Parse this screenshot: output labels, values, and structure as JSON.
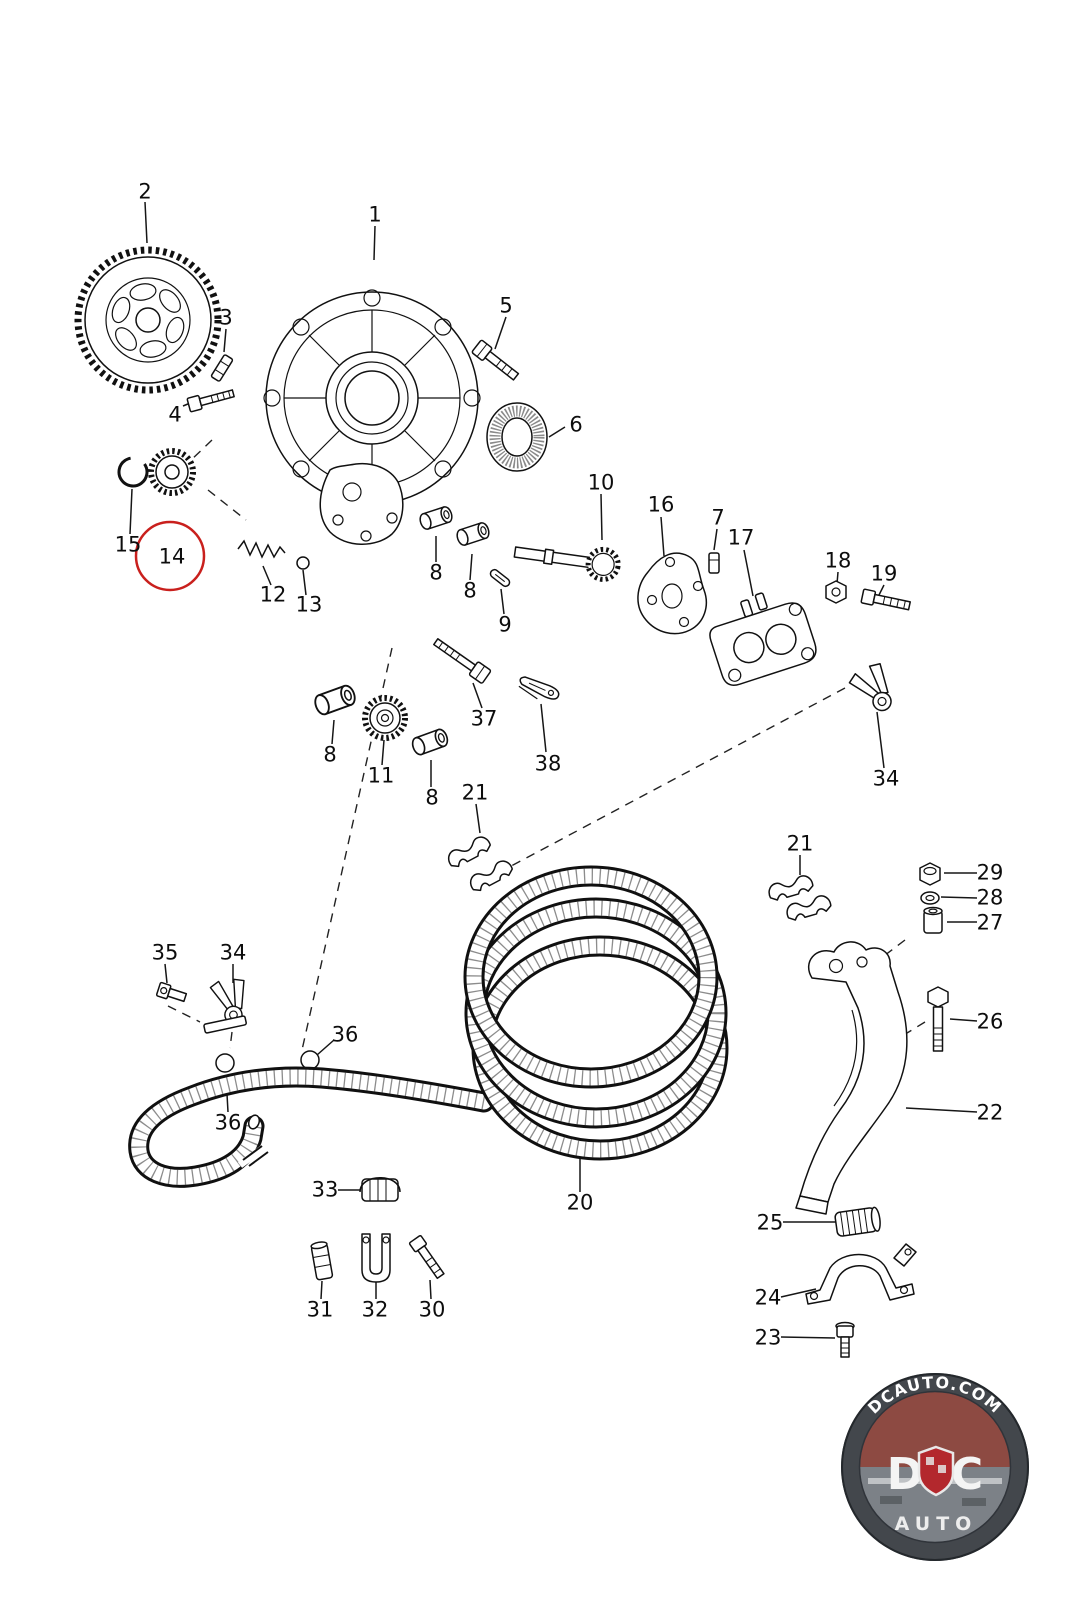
{
  "diagram": {
    "title": "exploded-parts-diagram",
    "highlighted_part": "14",
    "highlight_color": "#c9201d",
    "labels": [
      "2",
      "1",
      "3",
      "5",
      "4",
      "6",
      "10",
      "16",
      "7",
      "17",
      "15",
      "14",
      "18",
      "19",
      "12",
      "13",
      "8",
      "8",
      "9",
      "37",
      "38",
      "8",
      "11",
      "8",
      "21",
      "34",
      "21",
      "29",
      "28",
      "27",
      "35",
      "34",
      "26",
      "36",
      "22",
      "36",
      "33",
      "20",
      "25",
      "24",
      "31",
      "32",
      "30",
      "23"
    ]
  },
  "logo": {
    "site": "DCAUTO.COM",
    "letter_left": "D",
    "letter_right": "C",
    "word": "AUTO",
    "shield_color": "#b3282d"
  }
}
